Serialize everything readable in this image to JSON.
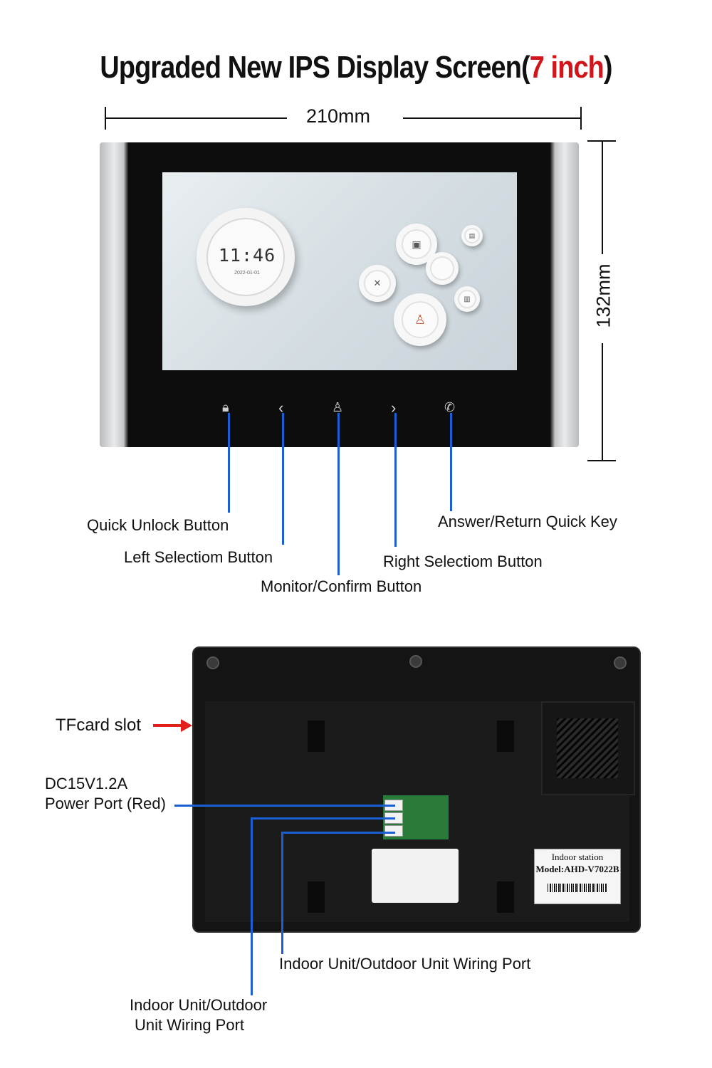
{
  "title": {
    "main": "Upgraded New IPS Display Screen(",
    "highlight": "7 inch",
    "close": ")"
  },
  "dimensions": {
    "width": "210mm",
    "height": "132mm"
  },
  "screen": {
    "time": "11:46",
    "date": "2022-01-01"
  },
  "front_labels": {
    "quick_unlock": "Quick Unlock Button",
    "left_selection": "Left  Selectiom Button",
    "monitor_confirm": "Monitor/Confirm Button",
    "right_selection": "Right Selectiom Button",
    "answer_return": "Answer/Return Quick Key"
  },
  "back_labels": {
    "tf_card": "TFcard slot",
    "power_line1": "DC15V1.2A",
    "power_line2": "Power Port (Red)",
    "wiring_port_right": "Indoor Unit/Outdoor Unit Wiring Port",
    "wiring_port_left_line1": "Indoor Unit/Outdoor",
    "wiring_port_left_line2": "Unit Wiring Port"
  },
  "sticker": {
    "line1": "Indoor station",
    "line2": "Model:AHD-V7022B"
  },
  "colors": {
    "accent_red": "#d0161b",
    "leader_blue": "#1b5fd6"
  },
  "icons": [
    "lock-icon",
    "chevron-left-icon",
    "monitor-user-icon",
    "chevron-right-icon",
    "phone-icon"
  ]
}
